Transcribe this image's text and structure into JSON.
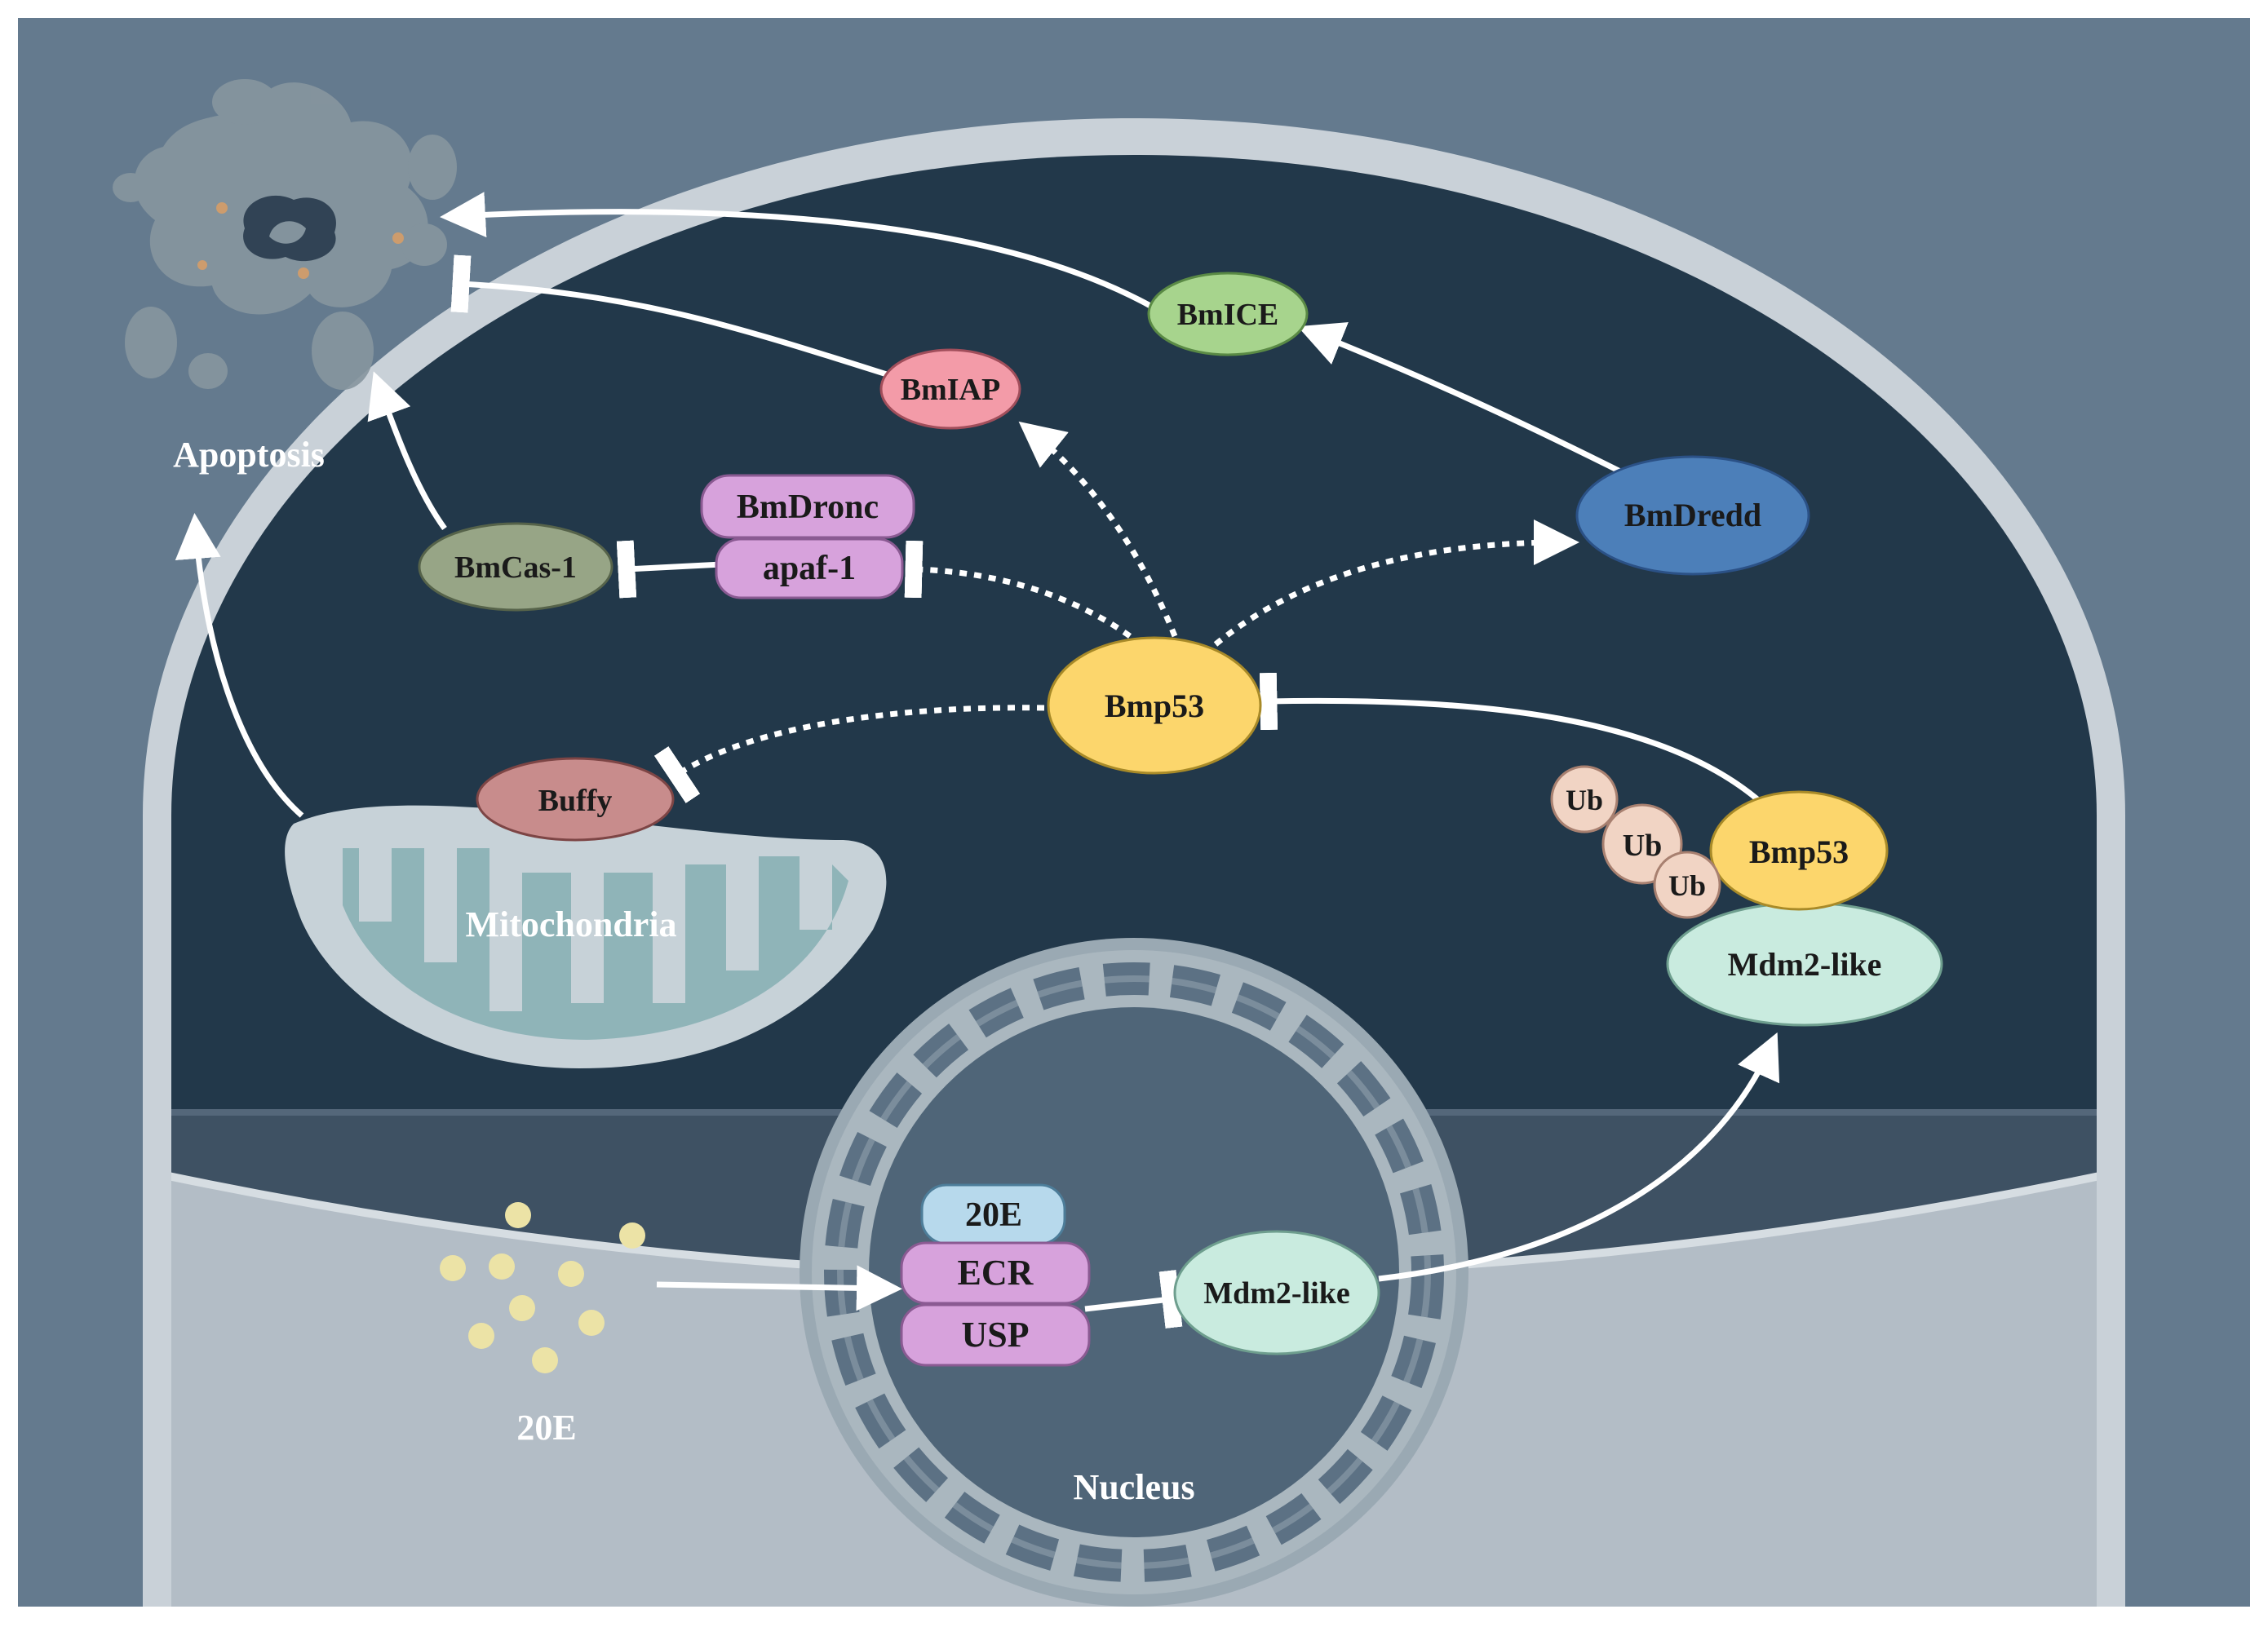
{
  "colors": {
    "background": "#647a8e",
    "cell_membrane": "#c9d1d8",
    "cytoplasm": "#22384a",
    "cytoplasm_lower": "#3e5163",
    "arrow": "#ffffff",
    "bmp53": "#fcd66c",
    "bmice": "#a7d48d",
    "bmiap": "#f39ba8",
    "bmdredd": "#4c7fb9",
    "bmcas1": "#97a586",
    "bmdronc": "#d7a2dc",
    "buffy": "#c88c8c",
    "ub": "#f1d4c4",
    "mdm2": "#c9ebdf",
    "ecdysone_20e": "#b7d9ec",
    "hormone_dots": "#ece3a6",
    "mitochondria": "#c7d2d8",
    "mitochondria_inner": "#8fb4b8"
  },
  "labels": {
    "apoptosis": "Apoptosis",
    "mitochondria": "Mitochondria",
    "nucleus": "Nucleus",
    "hormone": "20E"
  },
  "nodes": {
    "bmice": "BmICE",
    "bmiap": "BmIAP",
    "bmdronc": "BmDronc",
    "apaf1": "apaf-1",
    "bmcas1": "BmCas-1",
    "bmdredd": "BmDredd",
    "bmp53_center": "Bmp53",
    "buffy": "Buffy",
    "ub1": "Ub",
    "ub2": "Ub",
    "ub3": "Ub",
    "bmp53_ub": "Bmp53",
    "mdm2_cyto": "Mdm2-like",
    "e20": "20E",
    "ecr": "ECR",
    "usp": "USP",
    "mdm2_nuc": "Mdm2-like"
  }
}
